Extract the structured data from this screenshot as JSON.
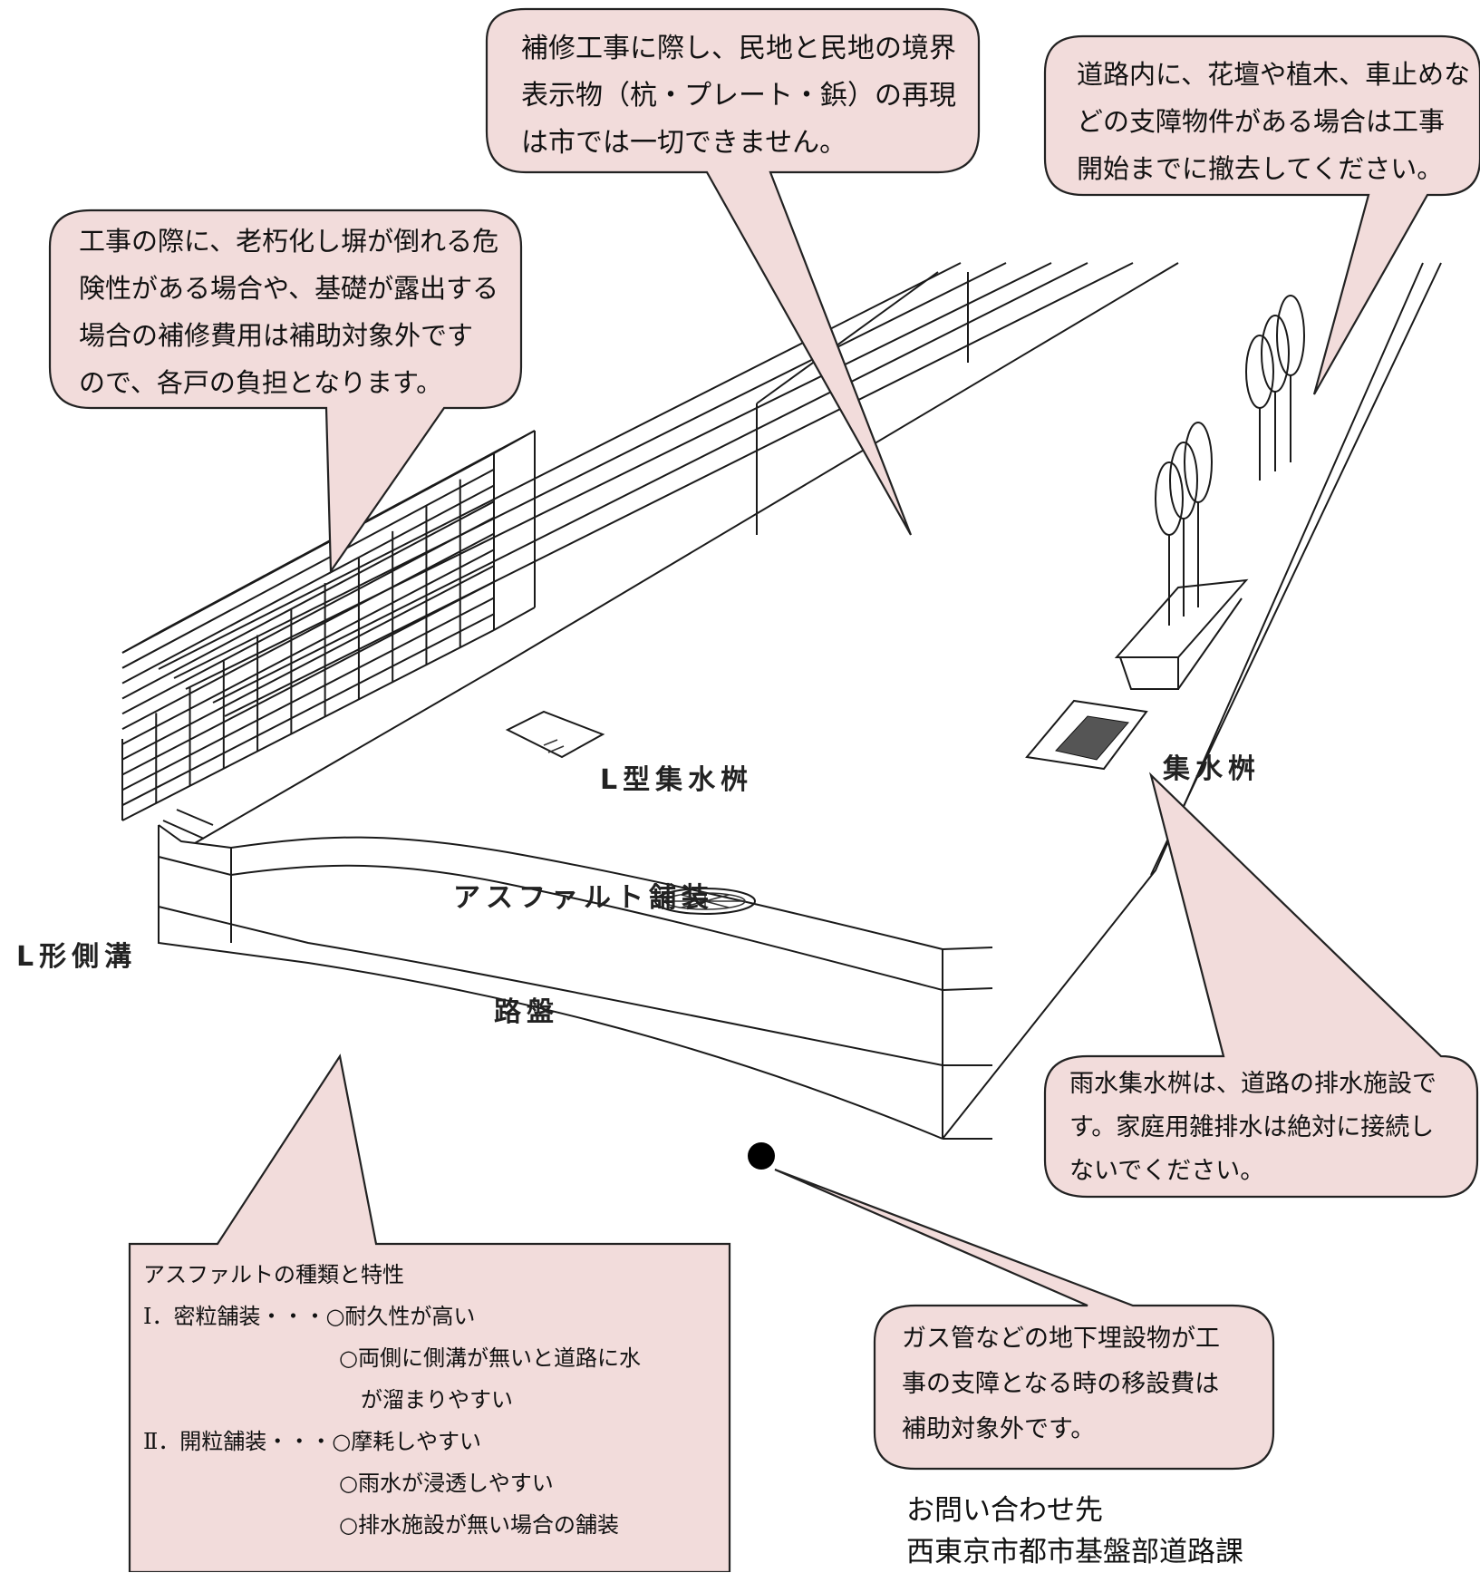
{
  "callouts": {
    "boundary": {
      "lines": [
        "補修工事に際し、民地と民地の境界",
        "表示物（杭・プレート・鋲）の再現",
        "は市では一切できません。"
      ]
    },
    "obstacles": {
      "lines": [
        "道路内に、花壇や植木、車止めな",
        "どの支障物件がある場合は工事",
        "開始までに撤去してください。"
      ]
    },
    "wall": {
      "lines": [
        "工事の際に、老朽化し塀が倒れる危",
        "険性がある場合や、基礎が露出する",
        "場合の補修費用は補助対象外です",
        "ので、各戸の負担となります。"
      ]
    },
    "drain": {
      "lines": [
        "雨水集水桝は、道路の排水施設で",
        "す。家庭用雑排水は絶対に接続し",
        "ないでください。"
      ]
    },
    "gas": {
      "lines": [
        "ガス管などの地下埋設物が工",
        "事の支障となる時の移設費は",
        "補助対象外です。"
      ]
    },
    "asphalt": {
      "title": "アスファルトの種類と特性",
      "lines": [
        "Ⅰ．密粒舗装・・・○耐久性が高い",
        "　　　　　　　　　○両側に側溝が無いと道路に水",
        "　　　　　　　　　　が溜まりやすい",
        "Ⅱ．開粒舗装・・・○摩耗しやすい",
        "　　　　　　　　　○雨水が浸透しやすい",
        "　　　　　　　　　○排水施設が無い場合の舗装"
      ]
    }
  },
  "diagram_labels": {
    "l_catch_basin": "L型集水桝",
    "catch_basin": "集水桝",
    "l_gutter": "L形側溝",
    "asphalt_pavement": "アスファルト舗装",
    "roadbed": "路盤"
  },
  "contact": {
    "heading": "お問い合わせ先",
    "department": "西東京市都市基盤部道路課"
  },
  "colors": {
    "callout_fill": "#f2dcdb",
    "line": "#1a1a1a"
  }
}
